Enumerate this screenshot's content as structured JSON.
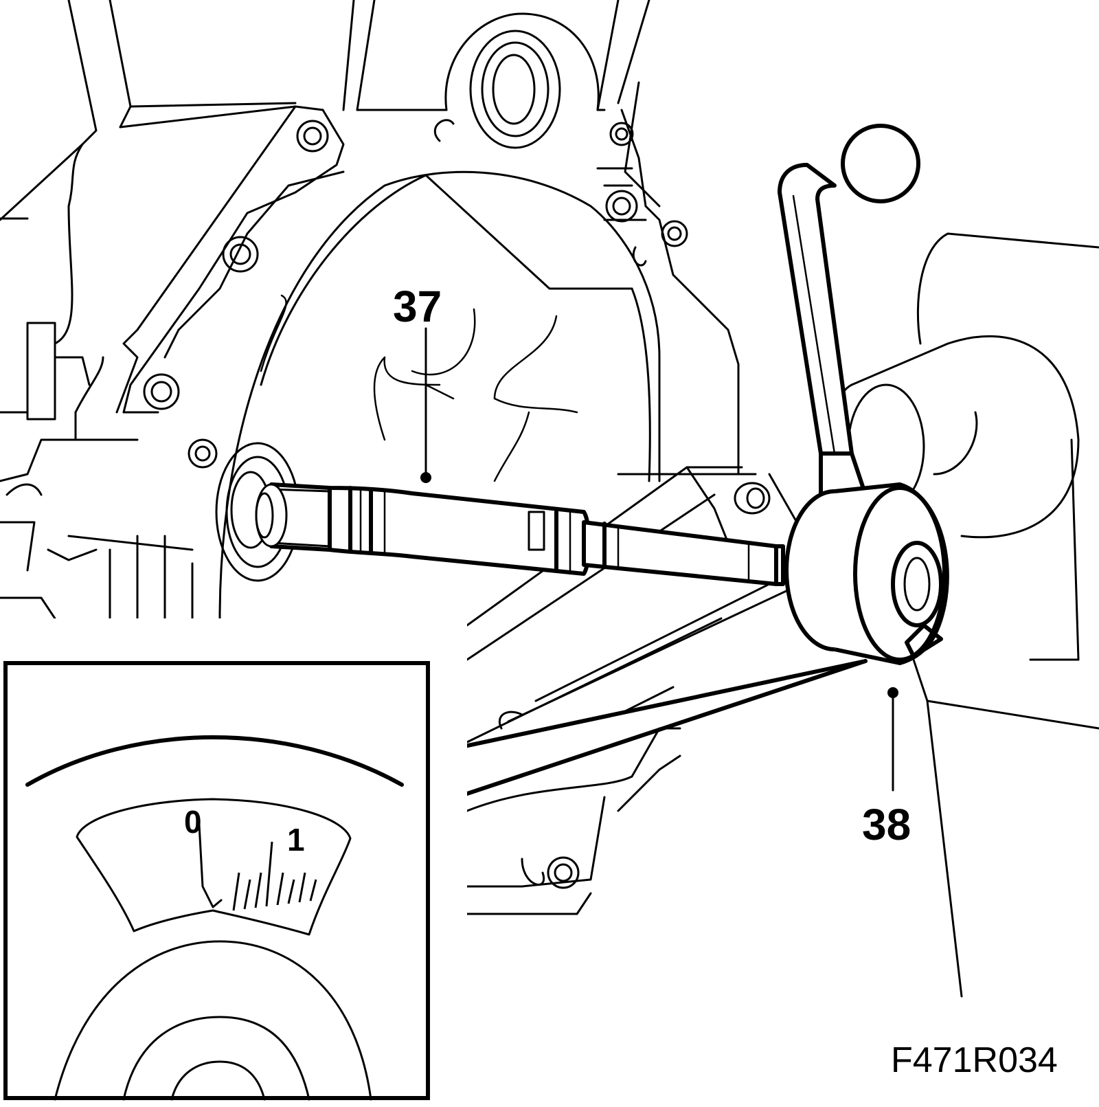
{
  "callouts": [
    {
      "id": "callout-37",
      "label": "37"
    },
    {
      "id": "callout-38",
      "label": "38"
    }
  ],
  "dial": {
    "scale_labels": [
      "0",
      "1"
    ],
    "minor_tick_count": 8
  },
  "figure_id": "F471R034"
}
